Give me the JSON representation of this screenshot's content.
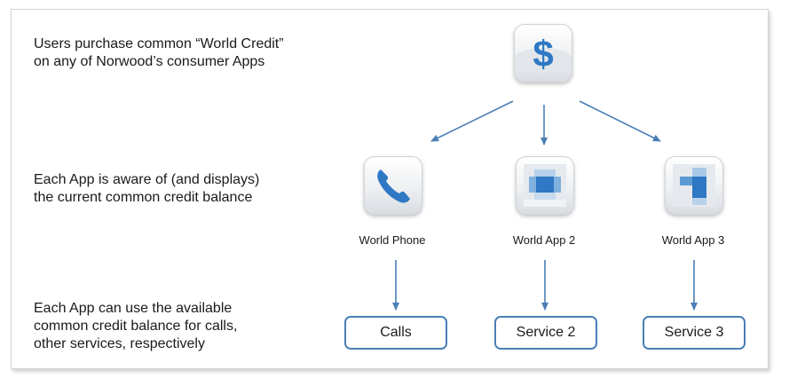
{
  "descriptions": {
    "purchase": [
      "Users purchase common “World Credit”",
      "on any of Norwood’s consumer Apps"
    ],
    "aware": [
      "Each App is aware of (and displays)",
      "the current common credit balance"
    ],
    "use": [
      "Each App can use the available",
      "common credit balance for calls,",
      "other services, respectively"
    ]
  },
  "icons": {
    "credit": "dollar-icon",
    "app1": "phone-icon",
    "app2": "pixelated-app-icon",
    "app3": "pixelated-app-icon"
  },
  "apps": [
    {
      "label": "World Phone",
      "service": "Calls"
    },
    {
      "label": "World App 2",
      "service": "Service 2"
    },
    {
      "label": "World App 3",
      "service": "Service 3"
    }
  ],
  "colors": {
    "accent": "#2e78c4",
    "arrow": "#4a7fb5",
    "box_border": "#4a7fb5"
  }
}
